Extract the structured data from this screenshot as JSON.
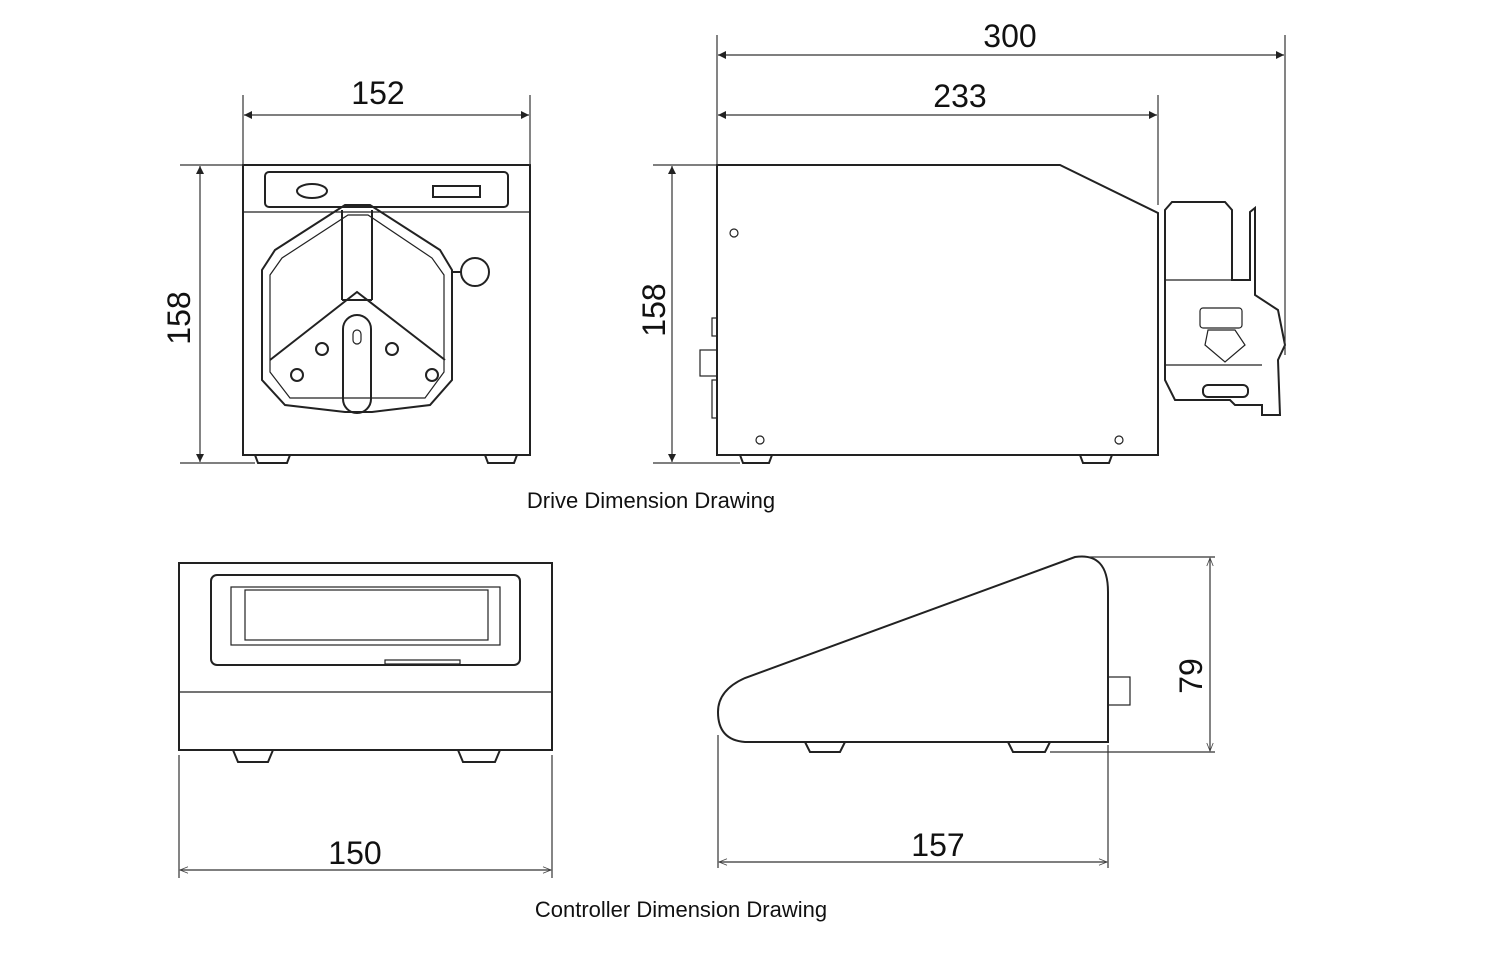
{
  "drive": {
    "caption": "Drive Dimension Drawing",
    "front_width": "152",
    "front_height": "158",
    "side_total_length": "300",
    "side_body_length": "233",
    "side_height": "158"
  },
  "controller": {
    "caption": "Controller Dimension Drawing",
    "front_width": "150",
    "side_depth": "157",
    "side_height": "79"
  }
}
